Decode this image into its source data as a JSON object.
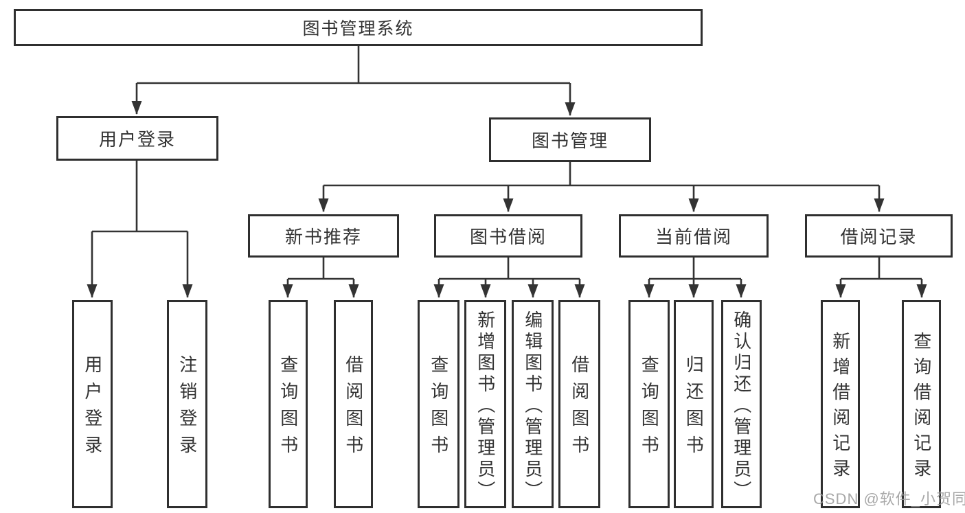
{
  "diagram": {
    "root": {
      "label": "图书管理系统"
    },
    "branches": [
      {
        "label": "用户登录",
        "children": [
          {
            "label": "用户登录"
          },
          {
            "label": "注销登录"
          }
        ]
      },
      {
        "label": "图书管理",
        "children": [
          {
            "label": "新书推荐",
            "children": [
              {
                "label": "查询图书"
              },
              {
                "label": "借阅图书"
              }
            ]
          },
          {
            "label": "图书借阅",
            "children": [
              {
                "label": "查询图书"
              },
              {
                "label": "新增图书（管理员）"
              },
              {
                "label": "编辑图书（管理员）"
              },
              {
                "label": "借阅图书"
              }
            ]
          },
          {
            "label": "当前借阅",
            "children": [
              {
                "label": "查询图书"
              },
              {
                "label": "归还图书"
              },
              {
                "label": "确认归还（管理员）"
              }
            ]
          },
          {
            "label": "借阅记录",
            "children": [
              {
                "label": "新增借阅记录"
              },
              {
                "label": "查询借阅记录"
              }
            ]
          }
        ]
      }
    ]
  },
  "watermark": {
    "text": "CSDN @软件_小贺同学"
  },
  "colors": {
    "line": "#333333",
    "box_border": "#2f2f2f",
    "text": "#333333",
    "watermark": "#9a9a9a",
    "background": "#ffffff"
  }
}
